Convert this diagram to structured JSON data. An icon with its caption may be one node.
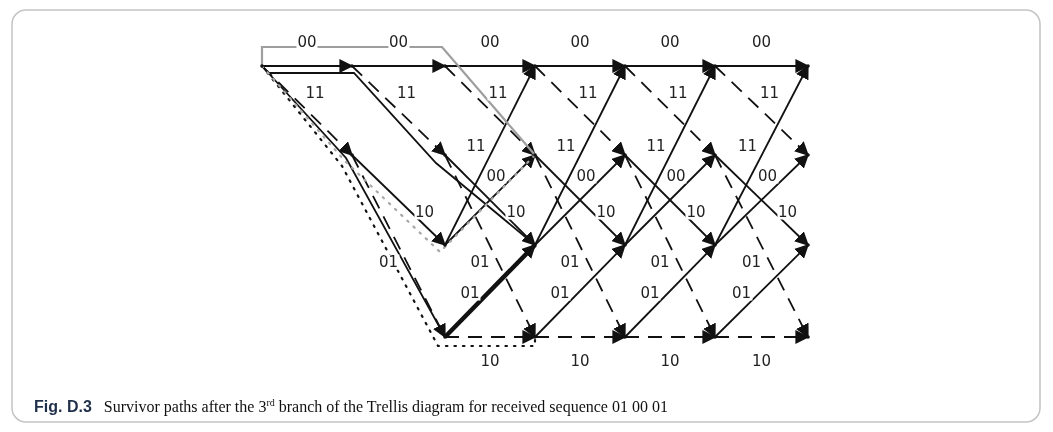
{
  "diagram": {
    "caption": "**Fig. D.3** Survivor paths after the 3$^{rd}$ branch of the Trellis diagram for received sequence 01 00 01",
    "nodes": [
      {
        "text": [],
        "shape": "point"
      },
      {
        "text": [],
        "shape": "point"
      },
      {
        "text": [],
        "shape": "point"
      },
      {
        "text": [],
        "shape": "point"
      },
      {
        "text": [],
        "shape": "point"
      },
      {
        "text": [],
        "shape": "point"
      },
      {
        "text": [],
        "shape": "point"
      },
      {
        "text": [],
        "shape": "point"
      },
      {
        "text": [],
        "shape": "point"
      },
      {
        "text": [],
        "shape": "point"
      },
      {
        "text": [],
        "shape": "point"
      },
      {
        "text": [],
        "shape": "point"
      },
      {
        "text": [],
        "shape": "point"
      },
      {
        "text": [],
        "shape": "point"
      },
      {
        "text": [],
        "shape": "point"
      },
      {
        "text": [],
        "shape": "point"
      },
      {
        "text": [],
        "shape": "point"
      },
      {
        "text": [],
        "shape": "point"
      },
      {
        "text": [],
        "shape": "point"
      },
      {
        "text": [],
        "shape": "point"
      },
      {
        "text": [],
        "shape": "point"
      },
      {
        "text": [],
        "shape": "point"
      },
      {
        "text": [],
        "shape": "point"
      }
    ],
    "edges": [
      {
        "from": 0,
        "to": 1,
        "arrow": "to",
        "label": "00"
      },
      {
        "from": 0,
        "to": 2,
        "arrow": "to",
        "label": "11",
        "style": "dashed"
      },
      {
        "from": 1,
        "to": 3,
        "arrow": "to",
        "label": "00"
      },
      {
        "from": 1,
        "to": 4,
        "arrow": "to",
        "label": "11",
        "style": "dashed"
      },
      {
        "from": 2,
        "to": 5,
        "arrow": "to",
        "label": "10"
      },
      {
        "from": 2,
        "to": 6,
        "arrow": "to",
        "label": "01",
        "style": "dashed"
      },
      {
        "from": 3,
        "to": 7,
        "arrow": "to",
        "label": "00"
      },
      {
        "from": 3,
        "to": 8,
        "arrow": "to",
        "label": "11",
        "style": "dashed"
      },
      {
        "from": 4,
        "to": 9,
        "arrow": "to",
        "label": "10"
      },
      {
        "from": 4,
        "to": 10,
        "arrow": "to",
        "label": "01",
        "style": "dashed"
      },
      {
        "from": 5,
        "to": 7,
        "arrow": "to",
        "label": "11"
      },
      {
        "from": 5,
        "to": 8,
        "arrow": "to",
        "label": "00"
      },
      {
        "from": 6,
        "to": 9,
        "arrow": "to",
        "label": "01",
        "style": "thick"
      },
      {
        "from": 6,
        "to": 10,
        "arrow": "to",
        "label": "10",
        "style": "dashed"
      },
      {
        "from": 7,
        "to": 11,
        "arrow": "to",
        "label": "00"
      },
      {
        "from": 7,
        "to": 12,
        "arrow": "to",
        "label": "11",
        "style": "dashed"
      },
      {
        "from": 8,
        "to": 13,
        "arrow": "to",
        "label": "10"
      },
      {
        "from": 8,
        "to": 14,
        "arrow": "to",
        "label": "01",
        "style": "dashed"
      },
      {
        "from": 9,
        "to": 11,
        "arrow": "to",
        "label": "11"
      },
      {
        "from": 9,
        "to": 12,
        "arrow": "to",
        "label": "00"
      },
      {
        "from": 10,
        "to": 13,
        "arrow": "to",
        "label": "01"
      },
      {
        "from": 10,
        "to": 14,
        "arrow": "to",
        "label": "10",
        "style": "dashed"
      },
      {
        "from": 11,
        "to": 15,
        "arrow": "to",
        "label": "00"
      },
      {
        "from": 11,
        "to": 16,
        "arrow": "to",
        "label": "11",
        "style": "dashed"
      },
      {
        "from": 12,
        "to": 17,
        "arrow": "to",
        "label": "10"
      },
      {
        "from": 12,
        "to": 18,
        "arrow": "to",
        "label": "01",
        "style": "dashed"
      },
      {
        "from": 13,
        "to": 15,
        "arrow": "to",
        "label": "11"
      },
      {
        "from": 13,
        "to": 16,
        "arrow": "to",
        "label": "00"
      },
      {
        "from": 14,
        "to": 17,
        "arrow": "to",
        "label": "01"
      },
      {
        "from": 14,
        "to": 18,
        "arrow": "to",
        "label": "10",
        "style": "dashed"
      },
      {
        "from": 15,
        "to": 19,
        "arrow": "to",
        "label": "00"
      },
      {
        "from": 15,
        "to": 20,
        "arrow": "to",
        "label": "11",
        "style": "dashed"
      },
      {
        "from": 16,
        "to": 21,
        "arrow": "to",
        "label": "10"
      },
      {
        "from": 16,
        "to": 22,
        "arrow": "to",
        "label": "01",
        "style": "dashed"
      },
      {
        "from": 17,
        "to": 19,
        "arrow": "to",
        "label": "11"
      },
      {
        "from": 17,
        "to": 20,
        "arrow": "to",
        "label": "00"
      },
      {
        "from": 18,
        "to": 21,
        "arrow": "to",
        "label": "01"
      },
      {
        "from": 18,
        "to": 22,
        "arrow": "to",
        "label": "10",
        "style": "dashed"
      },
      {
        "from": 0,
        "to": 8,
        "arrow": "none",
        "color": "#9e9e9e"
      },
      {
        "from": 0,
        "to": 9,
        "arrow": "none"
      },
      {
        "from": 0,
        "to": 6,
        "arrow": "none"
      },
      {
        "from": 0,
        "to": 10,
        "arrow": "none",
        "style": "dashed"
      },
      {
        "from": 0,
        "to": 8,
        "arrow": "none",
        "style": "dashed",
        "color": "#a8a8a8"
      }
    ]
  }
}
